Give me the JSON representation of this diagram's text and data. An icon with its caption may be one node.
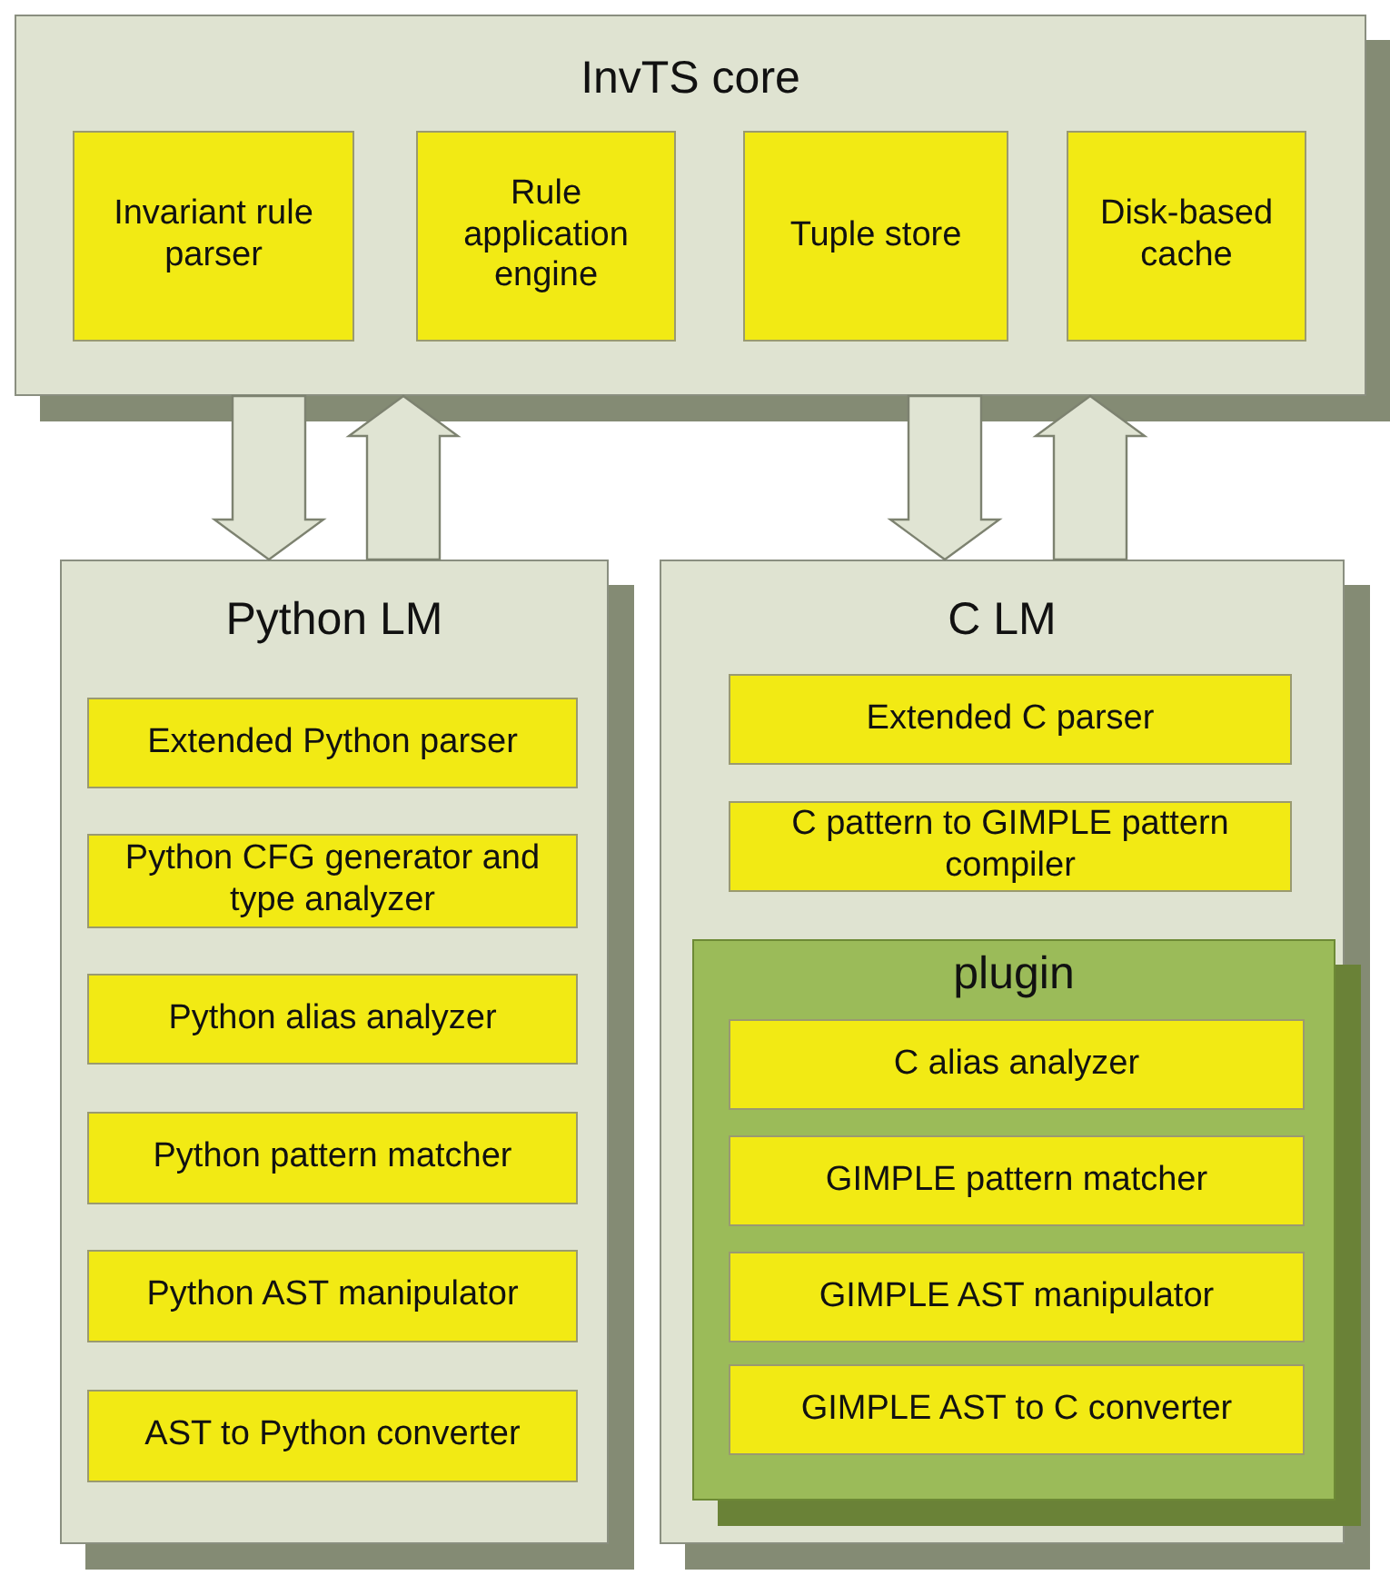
{
  "diagram": {
    "nodes": [
      {
        "text": [
          "InvTS core"
        ]
      },
      {
        "text": [
          "Invariant rule parser"
        ],
        "in": 0
      },
      {
        "text": [
          "Rule application engine"
        ],
        "in": 0
      },
      {
        "text": [
          "Tuple store"
        ],
        "in": 0
      },
      {
        "text": [
          "Disk-based cache"
        ],
        "in": 0
      },
      {
        "text": [
          "Python LM"
        ]
      },
      {
        "text": [
          "Extended Python parser"
        ],
        "in": 5
      },
      {
        "text": [
          "Python CFG generator and type analyzer"
        ],
        "in": 5
      },
      {
        "text": [
          "Python alias analyzer"
        ],
        "in": 5
      },
      {
        "text": [
          "Python pattern matcher"
        ],
        "in": 5
      },
      {
        "text": [
          "Python AST manipulator"
        ],
        "in": 5
      },
      {
        "text": [
          "AST to Python converter"
        ],
        "in": 5
      },
      {
        "text": [
          "C LM"
        ]
      },
      {
        "text": [
          "Extended C parser"
        ],
        "in": 12
      },
      {
        "text": [
          "C pattern to GIMPLE pattern compiler"
        ],
        "in": 12
      },
      {
        "text": [
          "plugin"
        ],
        "in": 12
      },
      {
        "text": [
          "C alias analyzer"
        ],
        "in": 15
      },
      {
        "text": [
          "GIMPLE pattern matcher"
        ],
        "in": 15
      },
      {
        "text": [
          "GIMPLE AST manipulator"
        ],
        "in": 15
      },
      {
        "text": [
          "GIMPLE AST to C converter"
        ],
        "in": 15
      }
    ],
    "edges": [
      {
        "from": 0,
        "to": 5,
        "arrow": "to"
      },
      {
        "from": 5,
        "to": 0,
        "arrow": "to"
      },
      {
        "from": 0,
        "to": 12,
        "arrow": "to"
      },
      {
        "from": 12,
        "to": 0,
        "arrow": "to"
      }
    ]
  }
}
